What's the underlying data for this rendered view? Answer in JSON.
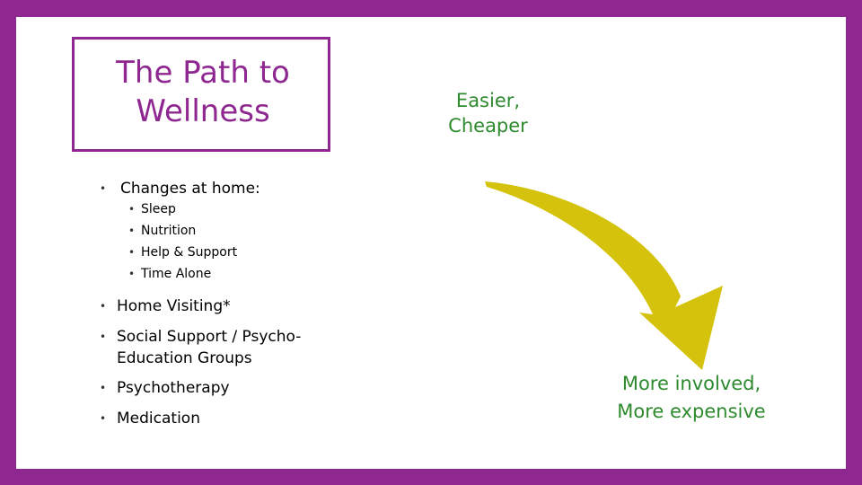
{
  "title": {
    "line1": "The Path to",
    "line2": "Wellness"
  },
  "top_label": {
    "line1": "Easier,",
    "line2": "Cheaper"
  },
  "bottom_label": {
    "line1": "More involved,",
    "line2": "More expensive"
  },
  "list": {
    "changes": "Changes at home:",
    "sub_items": [
      "Sleep",
      "Nutrition",
      "Help & Support",
      "Time Alone"
    ],
    "home_visiting": "Home Visiting*",
    "social_line1": "Social Support / Psycho-",
    "social_line2": "Education Groups",
    "psychotherapy": "Psychotherapy",
    "medication": "Medication"
  },
  "colors": {
    "frame": "#8E278F",
    "accent_text": "#2E8A2E",
    "arrow": "#D4C20C"
  },
  "icons": {
    "bullet": "•",
    "arrow": "curved-arrow-down-right-icon"
  }
}
